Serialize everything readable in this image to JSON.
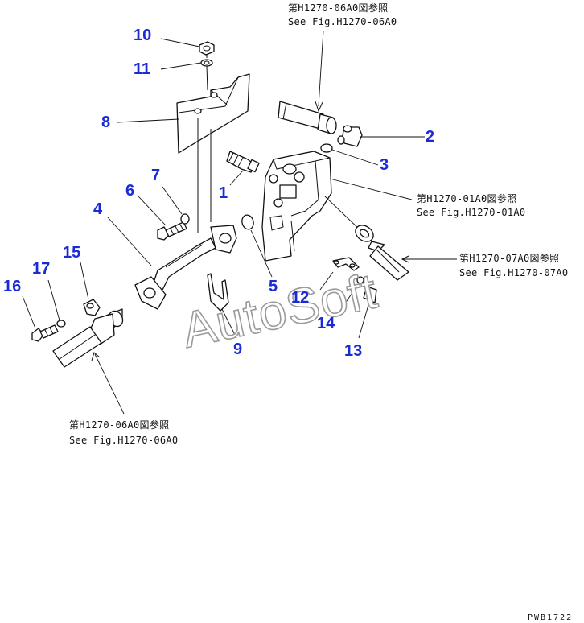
{
  "watermark": "AutoSoft",
  "drawing_code": "PWB1722",
  "references": [
    {
      "id": "ref-top",
      "jp": "第H1270-06A0図参照",
      "en": "See Fig.H1270-06A0"
    },
    {
      "id": "ref-mid",
      "jp": "第H1270-01A0図参照",
      "en": "See Fig.H1270-01A0"
    },
    {
      "id": "ref-right",
      "jp": "第H1270-07A0図参照",
      "en": "See Fig.H1270-07A0"
    },
    {
      "id": "ref-bottom",
      "jp": "第H1270-06A0図参照",
      "en": "See Fig.H1270-06A0"
    }
  ],
  "callouts": [
    "1",
    "2",
    "3",
    "4",
    "5",
    "6",
    "7",
    "8",
    "9",
    "10",
    "11",
    "12",
    "13",
    "14",
    "15",
    "16",
    "17"
  ],
  "colors": {
    "callout": "#1a2bd6",
    "line": "#111111",
    "watermark": "#9a9a9a"
  }
}
